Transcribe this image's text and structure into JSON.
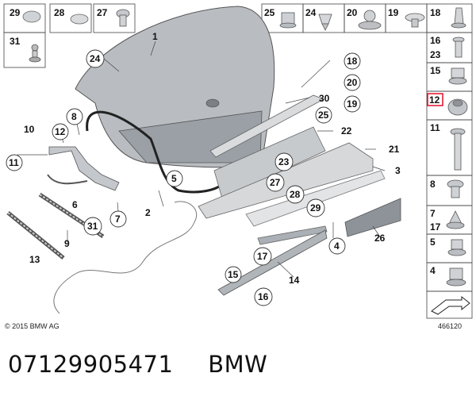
{
  "diagram": {
    "callouts_left": [
      "1",
      "24",
      "8",
      "10",
      "12",
      "11",
      "6",
      "7",
      "2",
      "5",
      "9",
      "31",
      "13"
    ],
    "callouts_center": [
      "18",
      "20",
      "19",
      "30",
      "25",
      "22",
      "23",
      "27",
      "28",
      "29",
      "21",
      "3",
      "4",
      "26",
      "17",
      "14",
      "15",
      "16"
    ],
    "top_left_boxes": [
      "29",
      "28",
      "27",
      "31"
    ],
    "top_right_boxes": [
      "25",
      "24",
      "20",
      "19",
      "18"
    ],
    "right_column_boxes": [
      "16",
      "23",
      "15",
      "12",
      "11",
      "8",
      "7",
      "17",
      "5",
      "4"
    ],
    "highlighted_box": "12"
  },
  "footer": {
    "copyright": "© 2015 BMW AG",
    "figure_id": "466120"
  },
  "part_line": {
    "part_number": "07129905471",
    "brand": "BMW"
  }
}
